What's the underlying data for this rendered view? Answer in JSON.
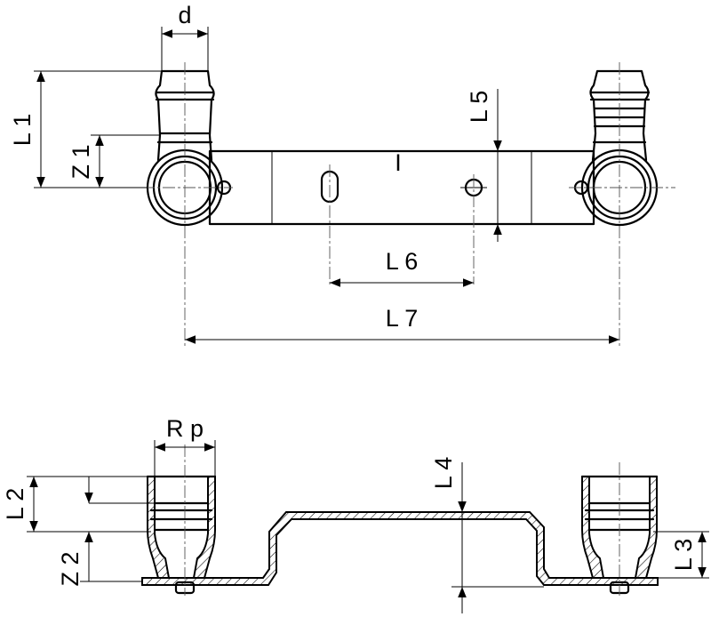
{
  "labels": {
    "d": "d",
    "L1": "L 1",
    "Z1": "Z 1",
    "L5": "L 5",
    "L6": "L 6",
    "L7": "L 7",
    "Rp": "R p",
    "L4": "L 4",
    "L2": "L 2",
    "Z2": "Z 2",
    "L3": "L 3",
    "marker": "I"
  }
}
